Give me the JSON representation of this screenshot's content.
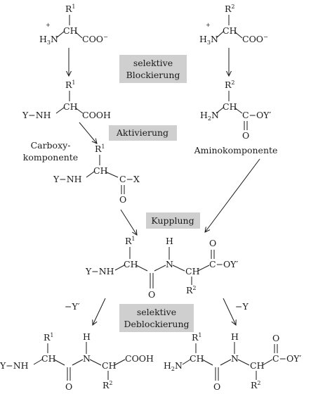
{
  "steps": {
    "selective_blocking": [
      "selektive",
      "Blockierung"
    ],
    "activation": "Aktivierung",
    "coupling": "Kupplung",
    "selective_deblocking": [
      "selektive",
      "Deblockierung"
    ]
  },
  "labels": {
    "carboxy_component": [
      "Carboxy-",
      "komponente"
    ],
    "amino_component": "Aminokomponente",
    "remove_y_prime": "−Y′",
    "remove_y": "−Y"
  },
  "atoms": {
    "R": "R",
    "sup1": "1",
    "sup2": "2",
    "plus": "+",
    "minus": "−",
    "H": "H",
    "N": "N",
    "H3N": "H",
    "sub3": "3",
    "N_after_H3": "N",
    "H2N": "H",
    "sub2": "2",
    "CH": "CH",
    "C": "C",
    "COO": "COO",
    "COOH": "COOH",
    "O": "O",
    "OY_prime": "OY′",
    "Y_dash_NH": "Y−NH",
    "Y_dash": "Y−",
    "NH": "NH",
    "X": "X",
    "C_dash_OY_prime": "C−OY′",
    "C_dash_X": "C−X"
  }
}
